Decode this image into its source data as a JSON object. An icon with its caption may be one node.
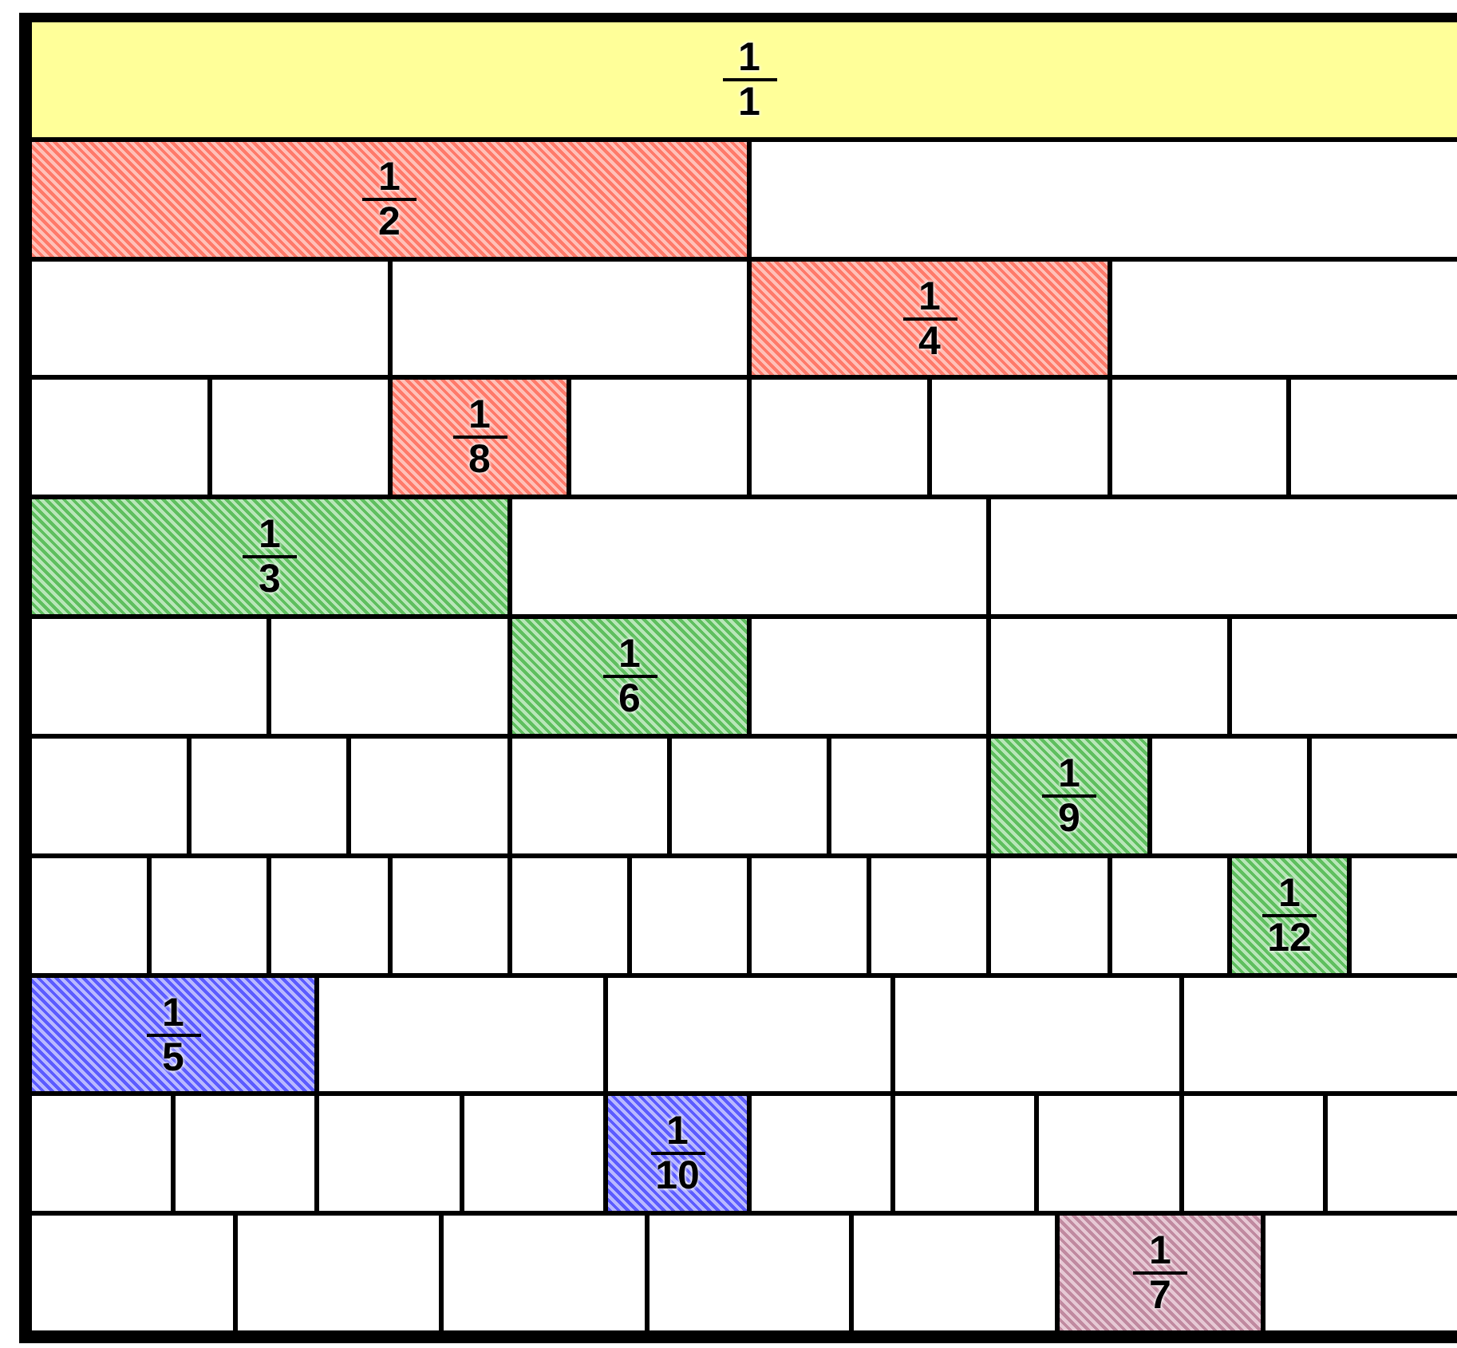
{
  "diagram": {
    "nodes": [
      {
        "text": [
          "1",
          "1"
        ]
      },
      {
        "text": [
          "1",
          "2"
        ]
      },
      {
        "text": [],
        "shape": "box"
      },
      {
        "text": [],
        "shape": "box"
      },
      {
        "text": [],
        "shape": "box"
      },
      {
        "text": [
          "1",
          "4"
        ]
      },
      {
        "text": [],
        "shape": "box"
      },
      {
        "text": [],
        "shape": "box"
      },
      {
        "text": [],
        "shape": "box"
      },
      {
        "text": [
          "1",
          "8"
        ]
      },
      {
        "text": [],
        "shape": "box"
      },
      {
        "text": [],
        "shape": "box"
      },
      {
        "text": [],
        "shape": "box"
      },
      {
        "text": [],
        "shape": "box"
      },
      {
        "text": [],
        "shape": "box"
      },
      {
        "text": [
          "1",
          "3"
        ]
      },
      {
        "text": [],
        "shape": "box"
      },
      {
        "text": [],
        "shape": "box"
      },
      {
        "text": [],
        "shape": "box"
      },
      {
        "text": [],
        "shape": "box"
      },
      {
        "text": [
          "1",
          "6"
        ]
      },
      {
        "text": [],
        "shape": "box"
      },
      {
        "text": [],
        "shape": "box"
      },
      {
        "text": [],
        "shape": "box"
      },
      {
        "text": [],
        "shape": "box"
      },
      {
        "text": [],
        "shape": "box"
      },
      {
        "text": [],
        "shape": "box"
      },
      {
        "text": [],
        "shape": "box"
      },
      {
        "text": [],
        "shape": "box"
      },
      {
        "text": [],
        "shape": "box"
      },
      {
        "text": [
          "1",
          "9"
        ]
      },
      {
        "text": [],
        "shape": "box"
      },
      {
        "text": [],
        "shape": "box"
      },
      {
        "text": [],
        "shape": "box"
      },
      {
        "text": [],
        "shape": "box"
      },
      {
        "text": [],
        "shape": "box"
      },
      {
        "text": [],
        "shape": "box"
      },
      {
        "text": [],
        "shape": "box"
      },
      {
        "text": [],
        "shape": "box"
      },
      {
        "text": [],
        "shape": "box"
      },
      {
        "text": [],
        "shape": "box"
      },
      {
        "text": [],
        "shape": "box"
      },
      {
        "text": [],
        "shape": "box"
      },
      {
        "text": [
          "1",
          "12"
        ]
      },
      {
        "text": [],
        "shape": "box"
      },
      {
        "text": [
          "1",
          "5"
        ]
      },
      {
        "text": [],
        "shape": "box"
      },
      {
        "text": [],
        "shape": "box"
      },
      {
        "text": [],
        "shape": "box"
      },
      {
        "text": [],
        "shape": "box"
      },
      {
        "text": [],
        "shape": "box"
      },
      {
        "text": [],
        "shape": "box"
      },
      {
        "text": [],
        "shape": "box"
      },
      {
        "text": [],
        "shape": "box"
      },
      {
        "text": [
          "1",
          "10"
        ]
      },
      {
        "text": [],
        "shape": "box"
      },
      {
        "text": [],
        "shape": "box"
      },
      {
        "text": [],
        "shape": "box"
      },
      {
        "text": [],
        "shape": "box"
      },
      {
        "text": [],
        "shape": "box"
      },
      {
        "text": [],
        "shape": "box"
      },
      {
        "text": [],
        "shape": "box"
      },
      {
        "text": [],
        "shape": "box"
      },
      {
        "text": [],
        "shape": "box"
      },
      {
        "text": [],
        "shape": "box"
      },
      {
        "text": [
          "1",
          "7"
        ]
      },
      {
        "text": [],
        "shape": "box"
      }
    ]
  }
}
